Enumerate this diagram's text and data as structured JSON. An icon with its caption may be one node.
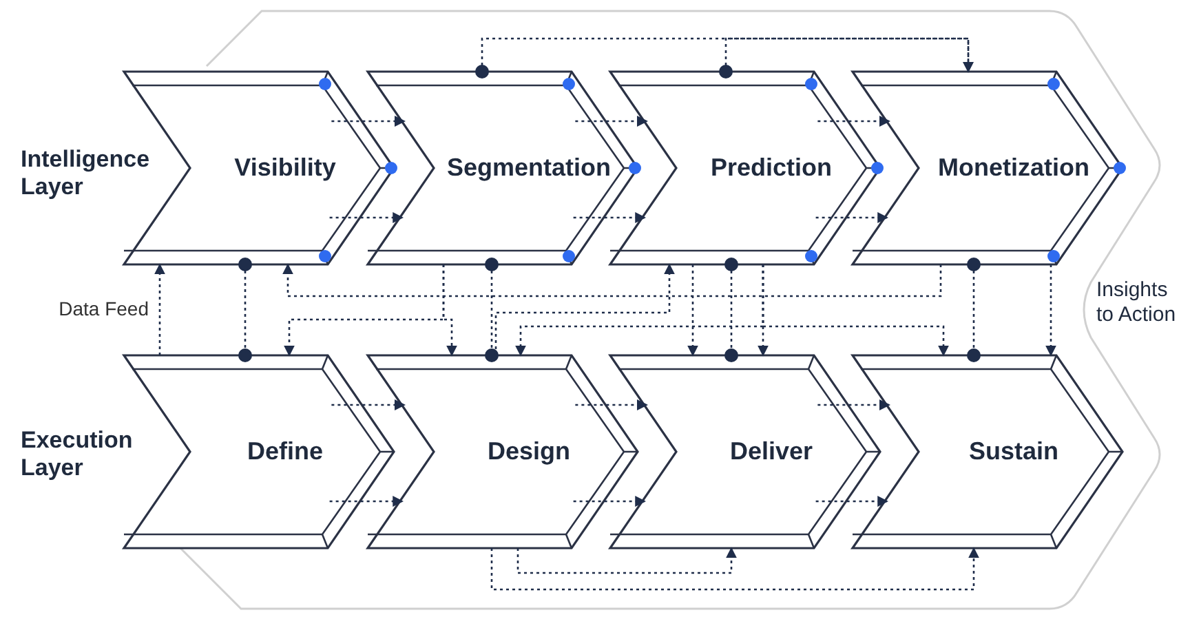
{
  "diagram": {
    "nodes": [
      {
        "text": [
          "Visibility"
        ]
      },
      {
        "text": [
          "Segmentation"
        ]
      },
      {
        "text": [
          "Prediction"
        ]
      },
      {
        "text": [
          "Monetization"
        ]
      },
      {
        "text": [
          "Define"
        ]
      },
      {
        "text": [
          "Design"
        ]
      },
      {
        "text": [
          "Deliver"
        ]
      },
      {
        "text": [
          "Sustain"
        ]
      }
    ],
    "edges": [
      {
        "from": 0,
        "to": 1,
        "arrow": "to",
        "style": "dashed"
      },
      {
        "from": 0,
        "to": 1,
        "arrow": "to",
        "style": "dashed"
      },
      {
        "from": 1,
        "to": 2,
        "arrow": "to",
        "style": "dashed"
      },
      {
        "from": 1,
        "to": 2,
        "arrow": "to",
        "style": "dashed"
      },
      {
        "from": 2,
        "to": 3,
        "arrow": "to",
        "style": "dashed"
      },
      {
        "from": 2,
        "to": 3,
        "arrow": "to",
        "style": "dashed"
      },
      {
        "from": 4,
        "to": 5,
        "arrow": "to",
        "style": "dashed"
      },
      {
        "from": 4,
        "to": 5,
        "arrow": "to",
        "style": "dashed"
      },
      {
        "from": 5,
        "to": 6,
        "arrow": "to",
        "style": "dashed"
      },
      {
        "from": 5,
        "to": 6,
        "arrow": "to",
        "style": "dashed"
      },
      {
        "from": 6,
        "to": 7,
        "arrow": "to",
        "style": "dashed"
      },
      {
        "from": 6,
        "to": 7,
        "arrow": "to",
        "style": "dashed"
      },
      {
        "from": 0,
        "to": 4,
        "arrow": "other",
        "style": "dashed"
      },
      {
        "from": 1,
        "to": 5,
        "arrow": "other",
        "style": "dashed"
      },
      {
        "from": 2,
        "to": 6,
        "arrow": "other",
        "style": "dashed"
      },
      {
        "from": 3,
        "to": 7,
        "arrow": "other",
        "style": "dashed"
      },
      {
        "from": 4,
        "to": 0,
        "arrow": "to",
        "style": "dashed",
        "label": "Data Feed"
      },
      {
        "from": 1,
        "to": 3,
        "arrow": "to",
        "style": "dashed"
      },
      {
        "from": 2,
        "to": 3,
        "arrow": "to",
        "style": "dashed"
      },
      {
        "from": 3,
        "to": 0,
        "arrow": "to",
        "style": "dashed"
      },
      {
        "from": 5,
        "to": 2,
        "arrow": "to",
        "style": "dashed"
      },
      {
        "from": 1,
        "to": 4,
        "arrow": "to",
        "style": "dashed"
      },
      {
        "from": 1,
        "to": 5,
        "arrow": "to",
        "style": "dashed"
      },
      {
        "from": 2,
        "to": 6,
        "arrow": "to",
        "style": "dashed"
      },
      {
        "from": 2,
        "to": 6,
        "arrow": "to",
        "style": "dashed"
      },
      {
        "from": 2,
        "to": 5,
        "arrow": "to",
        "style": "dashed"
      },
      {
        "from": 2,
        "to": 7,
        "arrow": "to",
        "style": "dashed"
      },
      {
        "from": 3,
        "to": 7,
        "arrow": "to",
        "style": "dashed"
      },
      {
        "from": 5,
        "to": 7,
        "arrow": "to",
        "style": "dashed"
      },
      {
        "from": 5,
        "to": 6,
        "arrow": "to",
        "style": "dashed"
      }
    ],
    "labels": [
      "Intelligence Layer",
      "Execution Layer",
      "Insights to Action"
    ]
  }
}
